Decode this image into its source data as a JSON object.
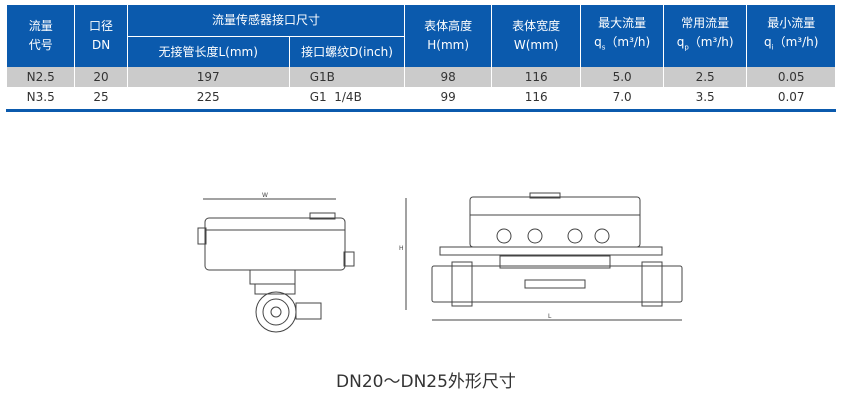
{
  "table": {
    "headers": {
      "code": [
        "流量",
        "代号"
      ],
      "dn": [
        "口径",
        "DN"
      ],
      "sensor_group": "流量传感器接口尺寸",
      "length": "无接管长度L(mm)",
      "thread": "接口螺纹D(inch)",
      "height": [
        "表体高度",
        "H(mm)"
      ],
      "width": [
        "表体宽度",
        "W(mm)"
      ],
      "qmax": [
        "最大流量",
        "q",
        "s",
        "（m³/h)"
      ],
      "qcommon": [
        "常用流量",
        "q",
        "p",
        "（m³/h)"
      ],
      "qmin": [
        "最小流量",
        "q",
        "i",
        "（m³/h)"
      ]
    },
    "rows": [
      [
        "N2.5",
        "20",
        "197",
        "G1B",
        "98",
        "116",
        "5.0",
        "2.5",
        "0.05"
      ],
      [
        "N3.5",
        "25",
        "225",
        "G1  1/4B",
        "99",
        "116",
        "7.0",
        "3.5",
        "0.07"
      ]
    ]
  },
  "diagram": {
    "label_w": "W",
    "label_h": "H",
    "label_l": "L"
  },
  "caption": "DN20～DN25外形尺寸",
  "colors": {
    "header": "#0b5aad",
    "row_alt": "#cbcbcb"
  }
}
